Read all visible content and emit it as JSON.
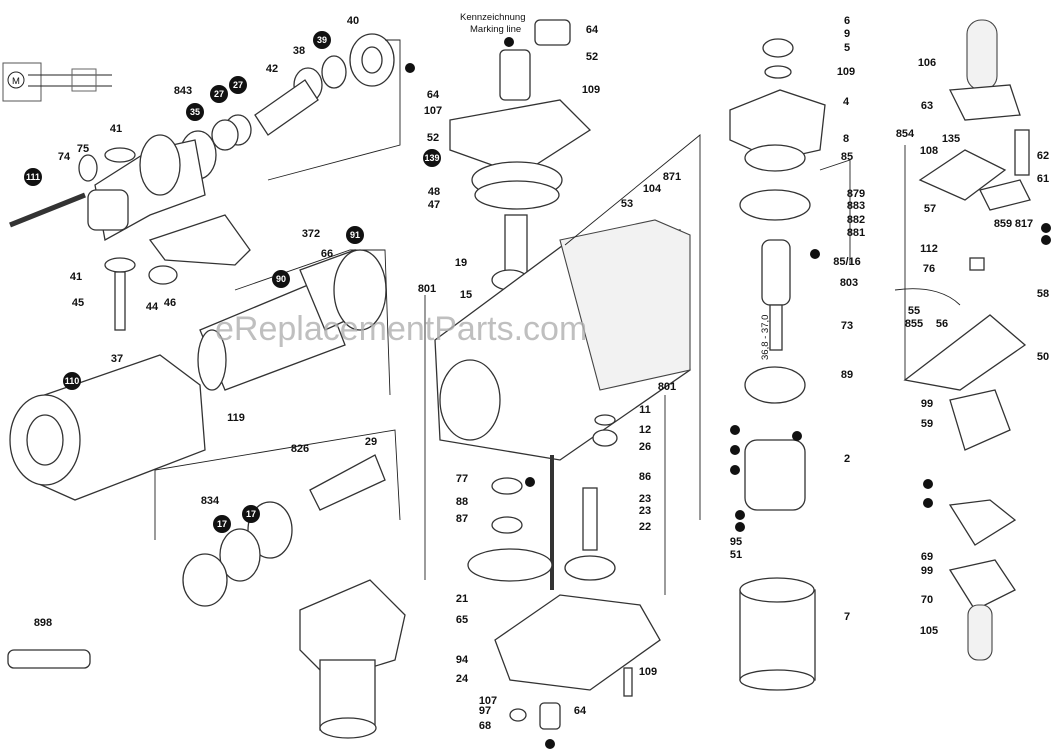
{
  "diagram": {
    "watermark": "eReplacementParts.com",
    "schematic_symbol": "M",
    "marking_note": {
      "de": "Kennzeichnung",
      "en": "Marking line"
    },
    "dimension_note": "36,8 - 37,0",
    "labels": [
      {
        "text": "40"
      },
      {
        "text": "39",
        "circled": true
      },
      {
        "text": "38"
      },
      {
        "text": "42"
      },
      {
        "text": "843"
      },
      {
        "text": "35",
        "circled": true
      },
      {
        "text": "27",
        "circled": true
      },
      {
        "text": "27",
        "circled": true
      },
      {
        "text": "41"
      },
      {
        "text": "74"
      },
      {
        "text": "75"
      },
      {
        "text": "111",
        "circled": true
      },
      {
        "text": "41"
      },
      {
        "text": "45"
      },
      {
        "text": "44"
      },
      {
        "text": "46"
      },
      {
        "text": "372"
      },
      {
        "text": "66"
      },
      {
        "text": "91",
        "circled": true
      },
      {
        "text": "90",
        "circled": true
      },
      {
        "text": "37"
      },
      {
        "text": "110",
        "circled": true
      },
      {
        "text": "119"
      },
      {
        "text": "826"
      },
      {
        "text": "29"
      },
      {
        "text": "834"
      },
      {
        "text": "17",
        "circled": true
      },
      {
        "text": "17",
        "circled": true
      },
      {
        "text": "898"
      },
      {
        "text": "64"
      },
      {
        "text": "52"
      },
      {
        "text": "64"
      },
      {
        "text": "107"
      },
      {
        "text": "109"
      },
      {
        "text": "52"
      },
      {
        "text": "139",
        "circled": true
      },
      {
        "text": "48"
      },
      {
        "text": "47"
      },
      {
        "text": "19"
      },
      {
        "text": "15"
      },
      {
        "text": "801"
      },
      {
        "text": "53"
      },
      {
        "text": "104"
      },
      {
        "text": "871"
      },
      {
        "text": "801"
      },
      {
        "text": "11"
      },
      {
        "text": "12"
      },
      {
        "text": "26"
      },
      {
        "text": "86"
      },
      {
        "text": "23"
      },
      {
        "text": "23"
      },
      {
        "text": "22"
      },
      {
        "text": "77"
      },
      {
        "text": "88"
      },
      {
        "text": "87"
      },
      {
        "text": "21"
      },
      {
        "text": "65"
      },
      {
        "text": "94"
      },
      {
        "text": "24"
      },
      {
        "text": "107"
      },
      {
        "text": "97"
      },
      {
        "text": "68"
      },
      {
        "text": "64"
      },
      {
        "text": "109"
      },
      {
        "text": "6"
      },
      {
        "text": "9"
      },
      {
        "text": "5"
      },
      {
        "text": "109"
      },
      {
        "text": "4"
      },
      {
        "text": "8"
      },
      {
        "text": "85"
      },
      {
        "text": "879"
      },
      {
        "text": "883"
      },
      {
        "text": "882"
      },
      {
        "text": "881"
      },
      {
        "text": "85/16"
      },
      {
        "text": "803"
      },
      {
        "text": "73"
      },
      {
        "text": "89"
      },
      {
        "text": "2"
      },
      {
        "text": "95"
      },
      {
        "text": "51"
      },
      {
        "text": "7"
      },
      {
        "text": "106"
      },
      {
        "text": "63"
      },
      {
        "text": "854"
      },
      {
        "text": "108"
      },
      {
        "text": "135"
      },
      {
        "text": "62"
      },
      {
        "text": "61"
      },
      {
        "text": "57"
      },
      {
        "text": "859"
      },
      {
        "text": "817"
      },
      {
        "text": "112"
      },
      {
        "text": "76"
      },
      {
        "text": "58"
      },
      {
        "text": "55"
      },
      {
        "text": "855"
      },
      {
        "text": "56"
      },
      {
        "text": "50"
      },
      {
        "text": "99"
      },
      {
        "text": "59"
      },
      {
        "text": "69"
      },
      {
        "text": "99"
      },
      {
        "text": "70"
      },
      {
        "text": "105"
      }
    ]
  }
}
